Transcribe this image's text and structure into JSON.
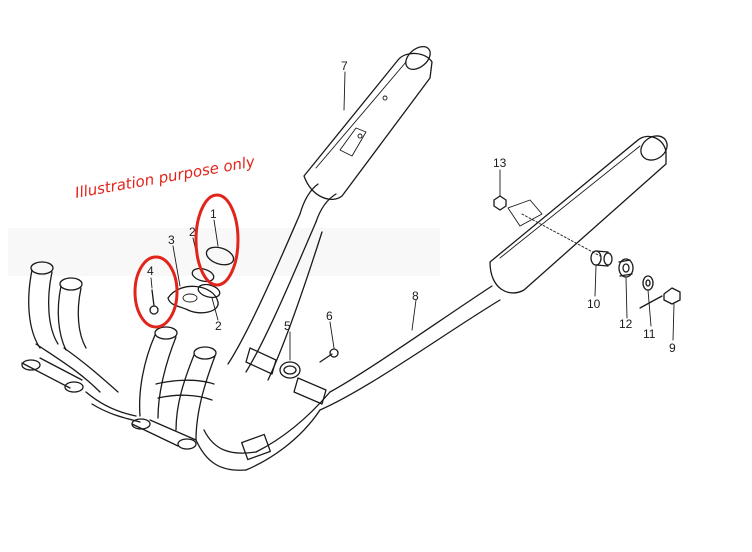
{
  "annotation": {
    "text": "Illustration purpose only",
    "color": "#e1251b"
  },
  "callouts": [
    "1",
    "2",
    "2",
    "3",
    "4",
    "5",
    "6",
    "7",
    "8",
    "9",
    "10",
    "11",
    "12",
    "13"
  ],
  "highlighted_parts": [
    "1",
    "4"
  ]
}
